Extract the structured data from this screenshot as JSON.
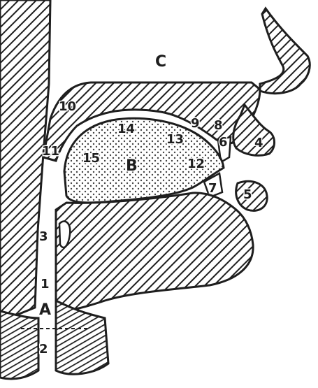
{
  "diagram": {
    "regions": {
      "C": "C",
      "B": "B",
      "A": "A"
    },
    "parts": [
      "1",
      "2",
      "3",
      "4",
      "5",
      "6",
      "7",
      "8",
      "9",
      "10",
      "11",
      "12",
      "13",
      "14",
      "15"
    ],
    "colors": {
      "ink": "#1e1e1e",
      "paper": "#ffffff"
    }
  }
}
